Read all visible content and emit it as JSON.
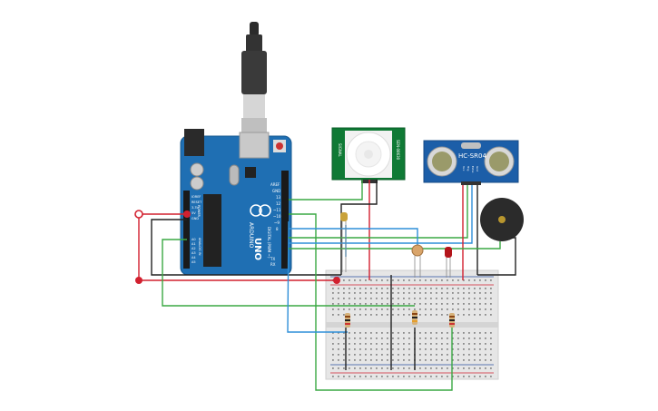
{
  "arduino": {
    "brand": "ARDUINO",
    "model": "UNO",
    "aref": "AREF",
    "gnd": "GND",
    "pin13": "13",
    "pin12": "12",
    "pin11": "~11",
    "pin10": "~10",
    "pin9": "~9",
    "pin8": "8",
    "digital": "DIGITAL (PWM ~)",
    "power_block": "POWER",
    "analog_in": "ANALOG IN",
    "ioref": "IOREF",
    "reset": "RESET",
    "v33": "3.3V",
    "v5": "5V",
    "a0": "A0",
    "a1": "A1",
    "a2": "A2",
    "a3": "A3",
    "a4": "A4",
    "a5": "A5",
    "tx": "TX",
    "rx": "RX"
  },
  "ultrasonic": {
    "model": "HC-SR04",
    "pins": [
      "Vcc",
      "Trig",
      "Echo",
      "Gnd"
    ]
  },
  "pir": {
    "label_left": "SIGNAL",
    "label_right": "SEN-08630"
  },
  "colors": {
    "board": "#1f6fb3",
    "breadboard": "#e6e6e6",
    "wire_red": "#d2202f",
    "wire_green": "#3aa843",
    "wire_blue": "#2f8fd8",
    "wire_black": "#222222",
    "pir_board": "#0f7a35",
    "ultrasonic_board": "#1c5ea8",
    "buzzer": "#2b2b2b"
  }
}
